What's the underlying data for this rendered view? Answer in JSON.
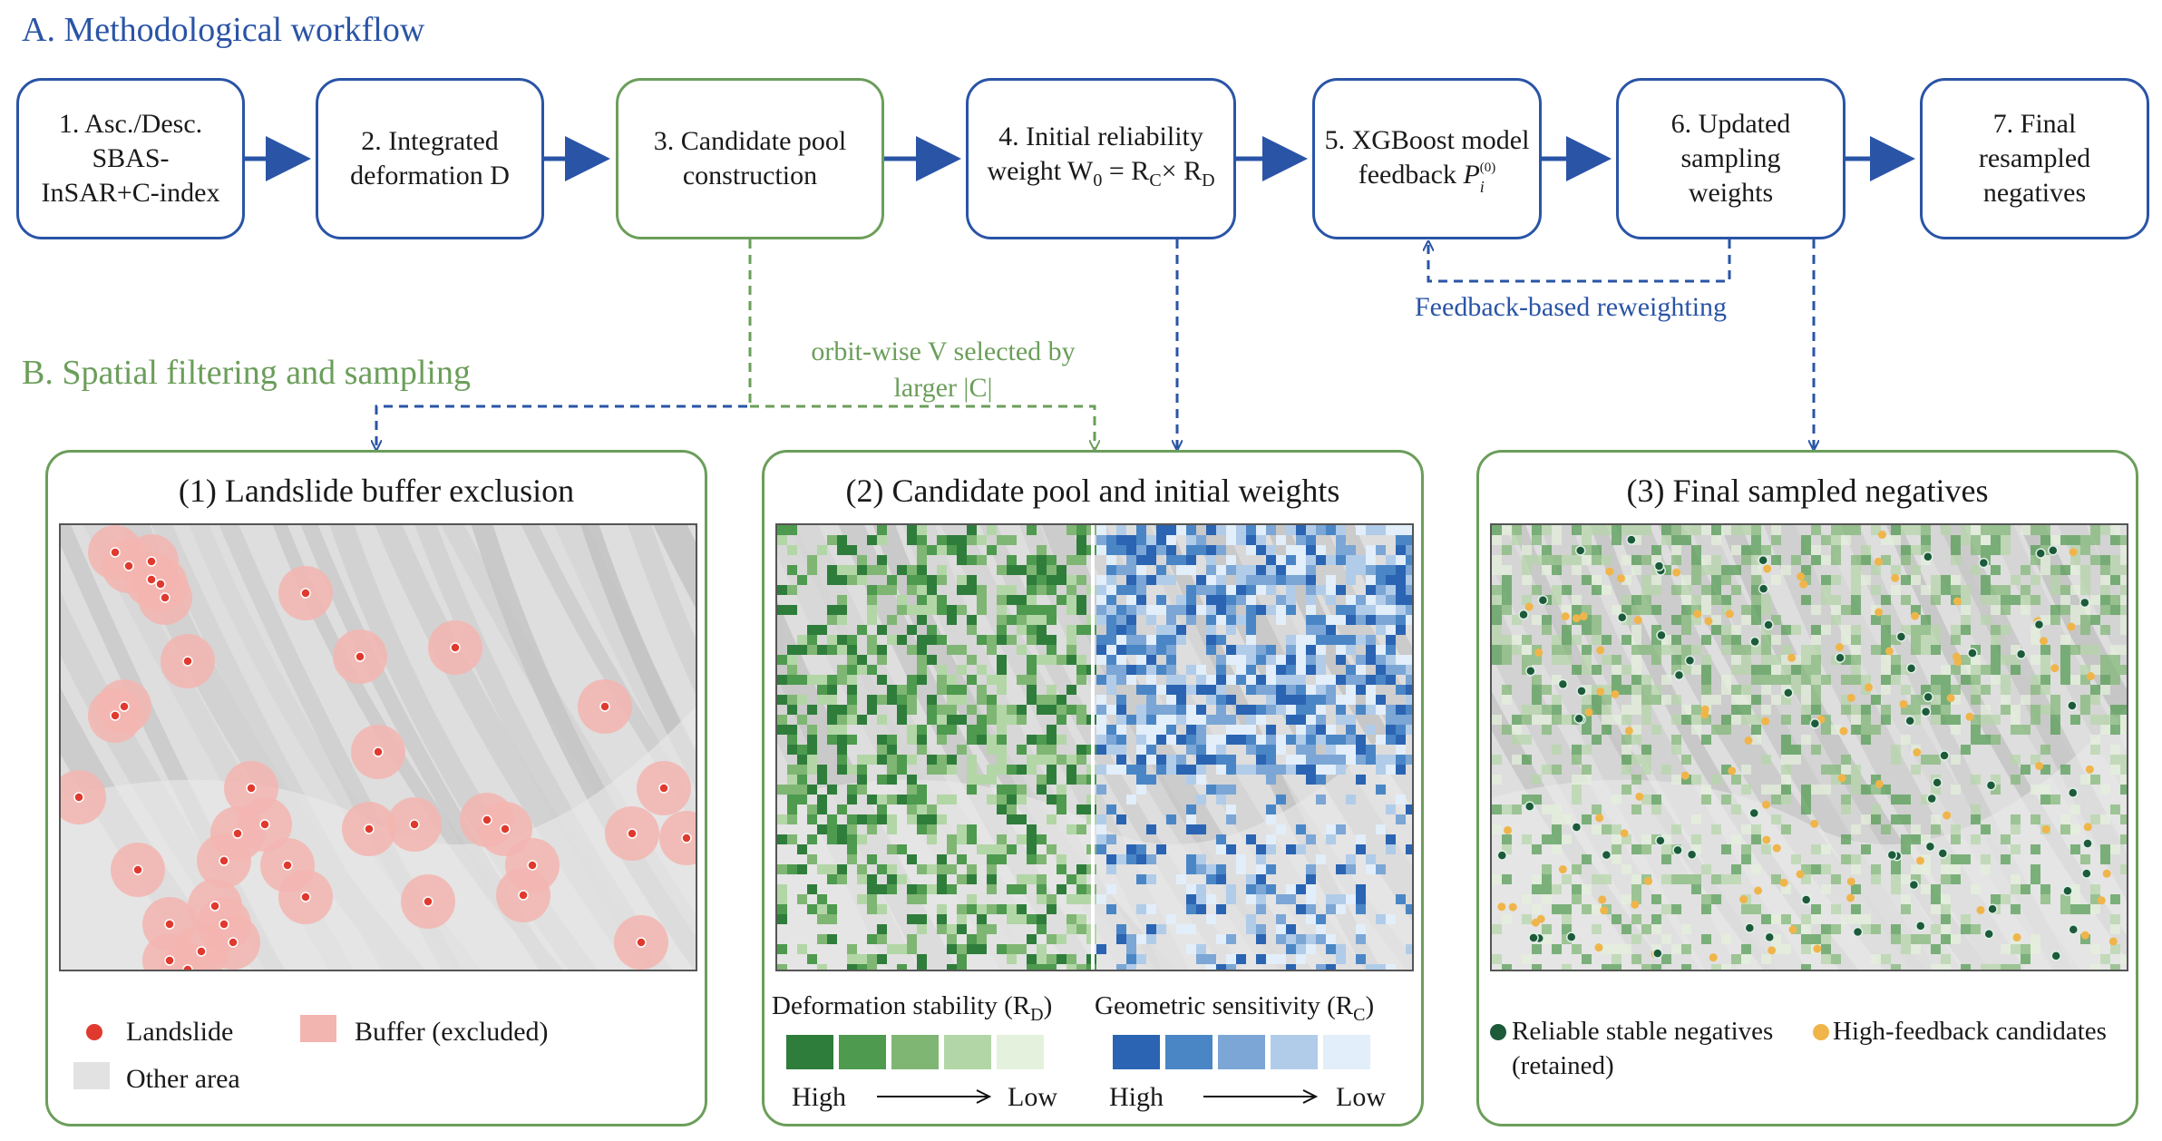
{
  "section_a": {
    "title": "A. Methodological workflow",
    "color": "#2a54a6"
  },
  "section_b": {
    "title": "B. Spatial filtering and sampling",
    "color": "#6b9e5a"
  },
  "workflow": {
    "steps": [
      {
        "lines": [
          "1. Asc./Desc.",
          "SBAS-",
          "InSAR+C-index"
        ]
      },
      {
        "lines": [
          "2. Integrated",
          "deformation D"
        ]
      },
      {
        "lines": [
          "3. Candidate pool",
          "construction"
        ]
      },
      {
        "lines": [
          "4. Initial reliability",
          "weight W",
          "0",
          " = R",
          "C",
          "× R",
          "D"
        ]
      },
      {
        "lines": [
          "5. XGBoost model",
          "feedback ",
          "P",
          "i",
          "(0)"
        ]
      },
      {
        "lines": [
          "6. Updated",
          "sampling",
          "weights"
        ]
      },
      {
        "lines": [
          "7. Final",
          "resampled",
          "negatives"
        ]
      }
    ],
    "feedback_label": "Feedback-based reweighting",
    "orbit_note": [
      "orbit-wise V selected by",
      "larger |C|"
    ]
  },
  "panels": [
    {
      "title": "(1) Landslide buffer exclusion",
      "legend": {
        "landslide": "Landslide",
        "buffer": "Buffer (excluded)",
        "other": "Other area"
      }
    },
    {
      "title": "(2) Candidate pool and initial weights",
      "legend": {
        "deformation_label": "Deformation stability (R",
        "deformation_sub": "D",
        "geometric_label": "Geometric sensitivity (R",
        "geometric_sub": "C",
        "close_paren": ")",
        "high": "High",
        "low": "Low"
      }
    },
    {
      "title": "(3) Final sampled negatives",
      "legend": {
        "reliable": "Reliable stable negatives",
        "reliable_sub": "(retained)",
        "feedback": "High-feedback candidates"
      }
    }
  ],
  "colors": {
    "workflow_blue": "#2a54a6",
    "green_border": "#6b9e5a",
    "landslide_red": "#e03a2f",
    "buffer_pink": "#f3b5b0",
    "reliable_green": "#1c5a3a",
    "feedback_orange": "#f0b54a",
    "green_scale": [
      "#2f7d3b",
      "#4e9a4e",
      "#7fb673",
      "#b3d6a7",
      "#e4f1dc"
    ],
    "blue_scale": [
      "#2a64b2",
      "#4a86c6",
      "#7ba6d6",
      "#b1cce9",
      "#e2eef9"
    ]
  }
}
